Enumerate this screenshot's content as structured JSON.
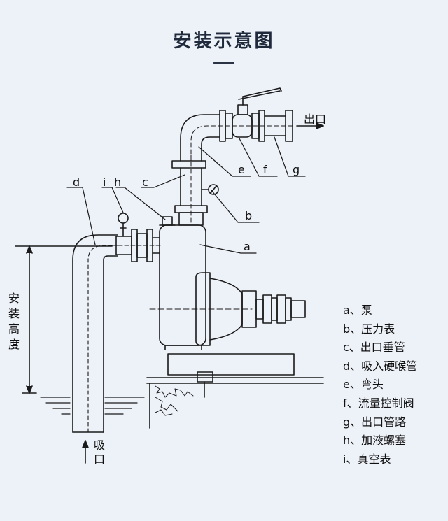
{
  "title": "安装示意图",
  "diagram": {
    "label_a": "a",
    "label_b": "b",
    "label_c": "c",
    "label_d": "d",
    "label_e": "e",
    "label_f": "f",
    "label_g": "g",
    "label_h": "h",
    "label_i": "i",
    "outlet_label": "出口",
    "inlet_label": [
      "吸",
      "口"
    ],
    "height_label": [
      "安",
      "装",
      "高",
      "度"
    ]
  },
  "legend": [
    "a、泵",
    "b、压力表",
    "c、出口垂管",
    "d、吸入硬喉管",
    "e、弯头",
    "f、流量控制阀",
    "g、出口管路",
    "h、加液螺塞",
    "i、真空表"
  ]
}
